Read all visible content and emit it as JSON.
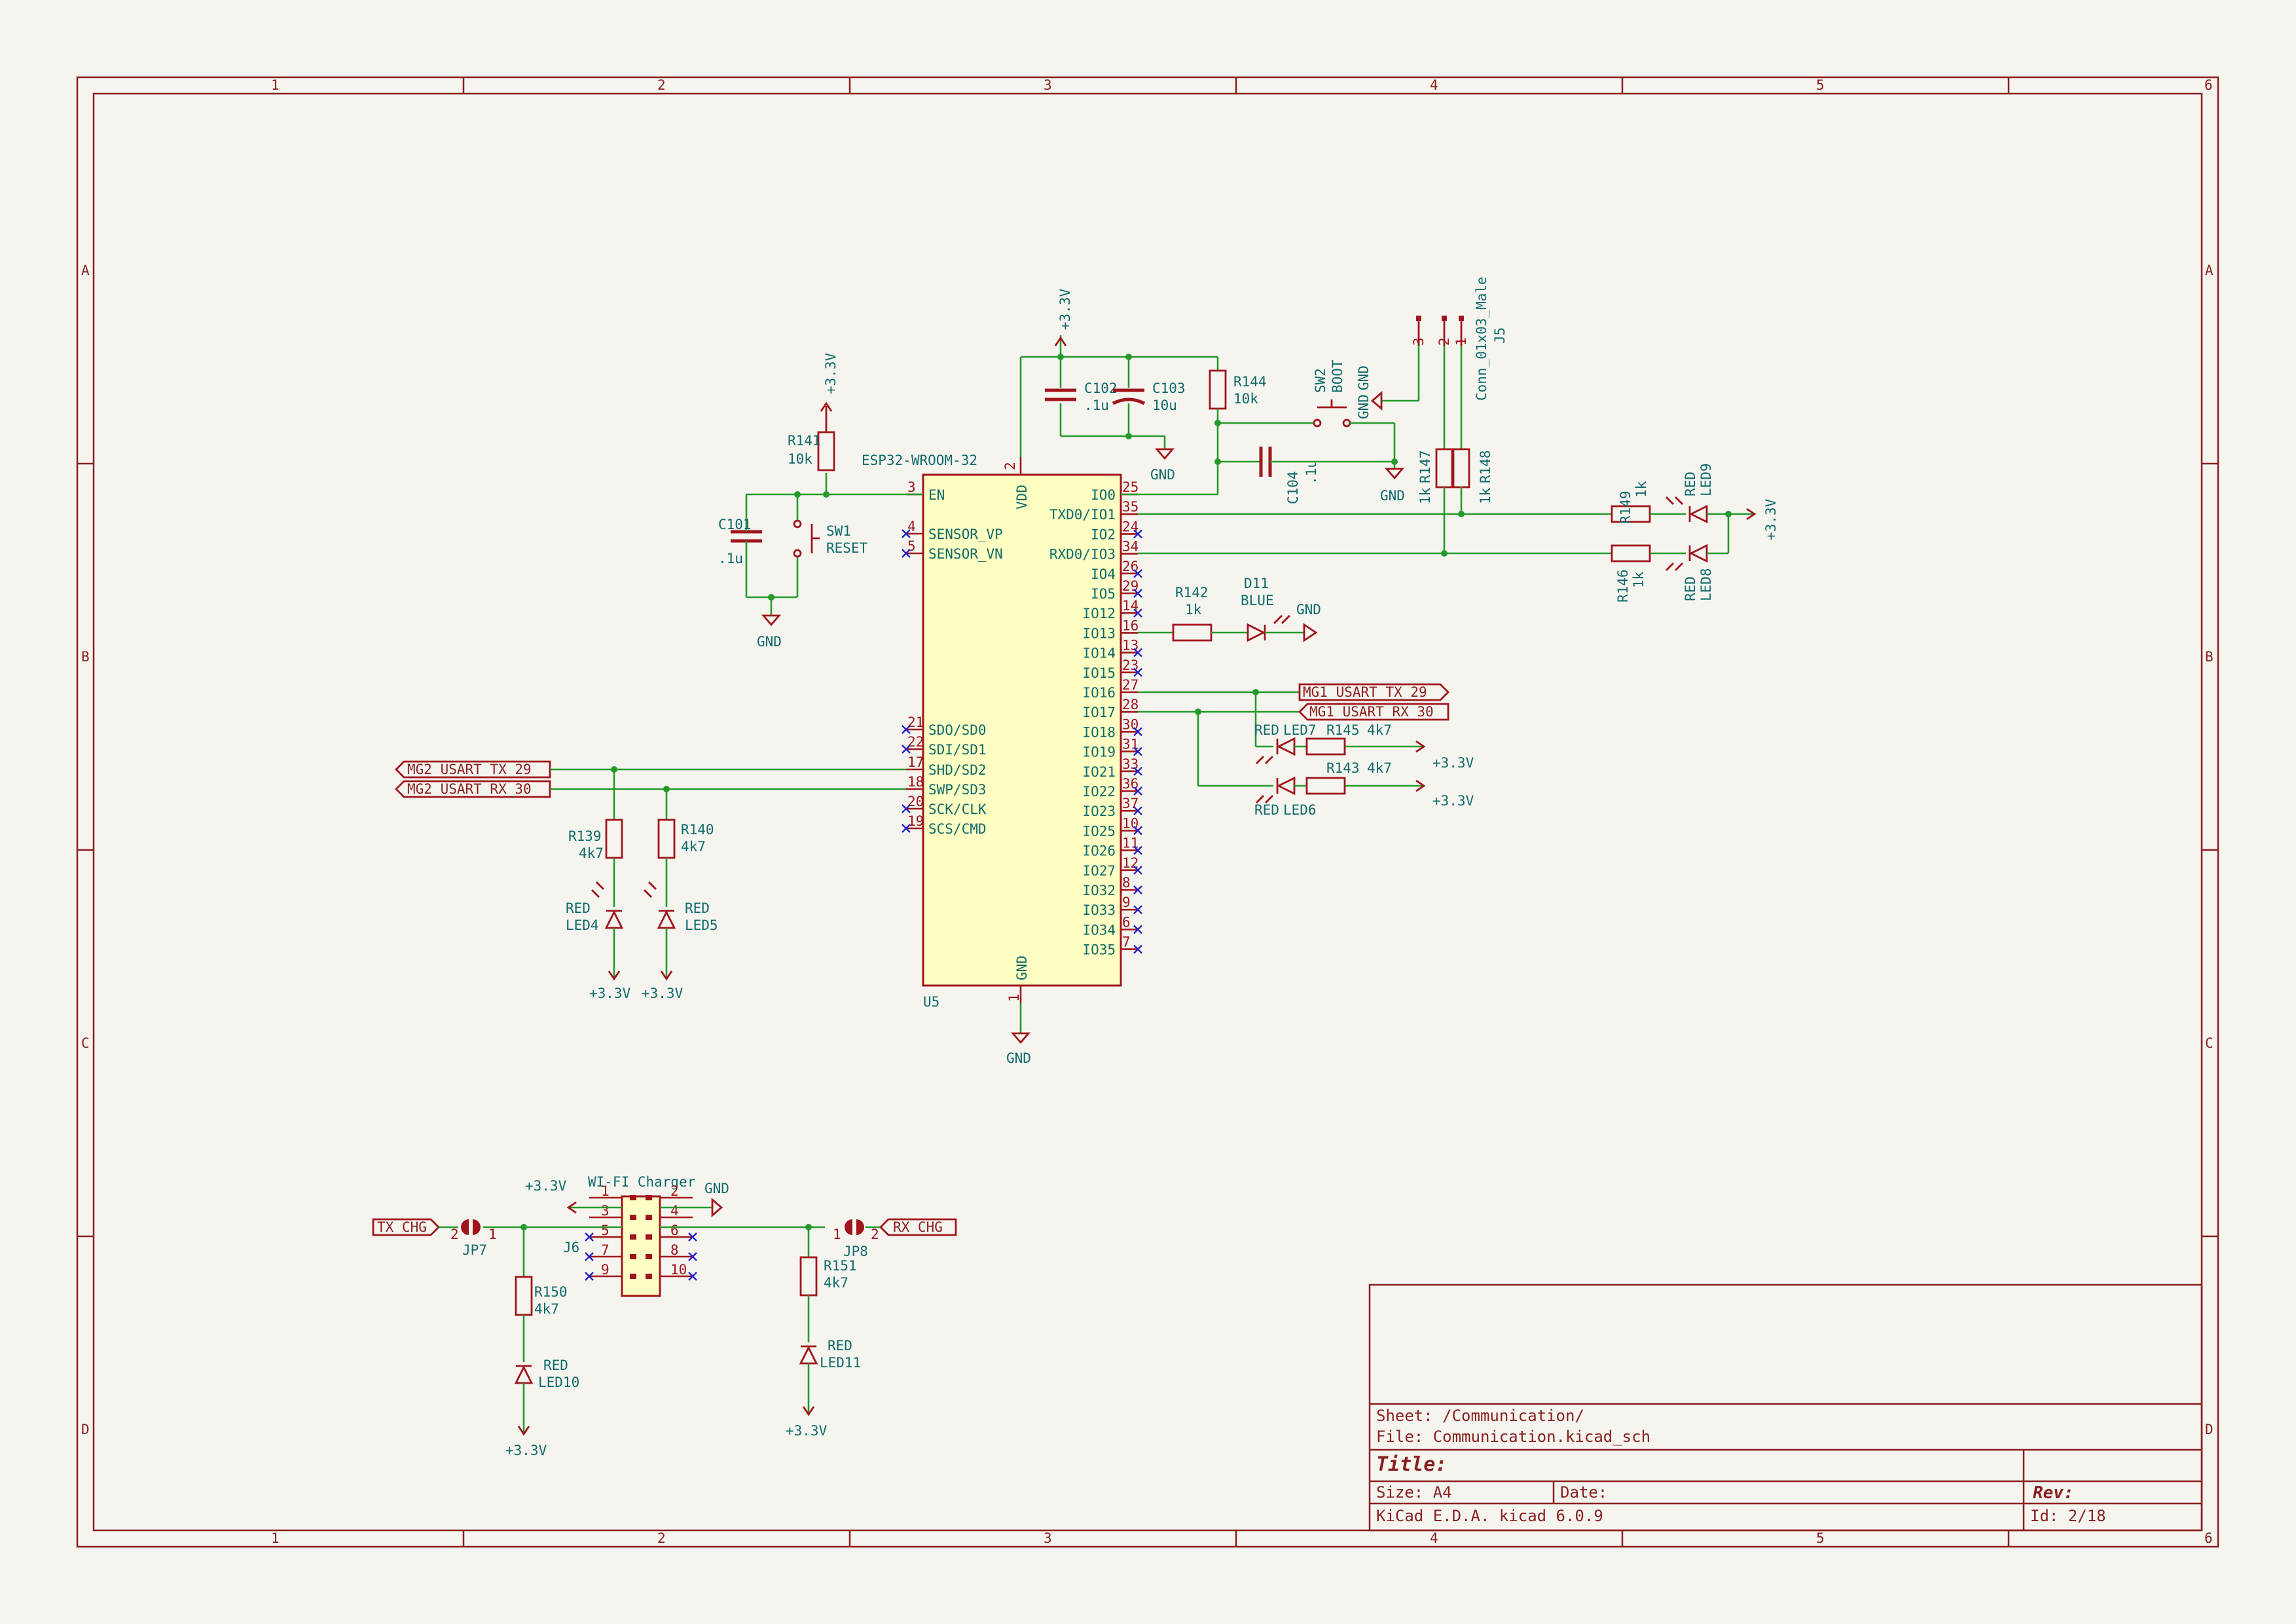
{
  "frame": {
    "col_labels": [
      "1",
      "2",
      "3",
      "4",
      "5",
      "6"
    ],
    "row_labels": [
      "A",
      "B",
      "C",
      "D"
    ]
  },
  "title_block": {
    "sheet": "Sheet: /Communication/",
    "file": "File: Communication.kicad_sch",
    "title": "Title:",
    "size": "Size: A4",
    "date": "Date:",
    "rev": "Rev:",
    "tool": "KiCad E.D.A.  kicad 6.0.9",
    "id": "Id: 2/18"
  },
  "u5": {
    "value": "ESP32-WROOM-32",
    "ref": "U5",
    "left_pins": [
      {
        "num": "3",
        "name": "EN"
      },
      {
        "num": "4",
        "name": "SENSOR_VP"
      },
      {
        "num": "5",
        "name": "SENSOR_VN"
      },
      {
        "num": "21",
        "name": "SDO/SD0"
      },
      {
        "num": "22",
        "name": "SDI/SD1"
      },
      {
        "num": "17",
        "name": "SHD/SD2"
      },
      {
        "num": "18",
        "name": "SWP/SD3"
      },
      {
        "num": "20",
        "name": "SCK/CLK"
      },
      {
        "num": "19",
        "name": "SCS/CMD"
      }
    ],
    "right_pins": [
      {
        "num": "25",
        "name": "IO0"
      },
      {
        "num": "35",
        "name": "TXD0/IO1"
      },
      {
        "num": "24",
        "name": "IO2"
      },
      {
        "num": "34",
        "name": "RXD0/IO3"
      },
      {
        "num": "26",
        "name": "IO4"
      },
      {
        "num": "29",
        "name": "IO5"
      },
      {
        "num": "14",
        "name": "IO12"
      },
      {
        "num": "16",
        "name": "IO13"
      },
      {
        "num": "13",
        "name": "IO14"
      },
      {
        "num": "23",
        "name": "IO15"
      },
      {
        "num": "27",
        "name": "IO16"
      },
      {
        "num": "28",
        "name": "IO17"
      },
      {
        "num": "30",
        "name": "IO18"
      },
      {
        "num": "31",
        "name": "IO19"
      },
      {
        "num": "33",
        "name": "IO21"
      },
      {
        "num": "36",
        "name": "IO22"
      },
      {
        "num": "37",
        "name": "IO23"
      },
      {
        "num": "10",
        "name": "IO25"
      },
      {
        "num": "11",
        "name": "IO26"
      },
      {
        "num": "12",
        "name": "IO27"
      },
      {
        "num": "8",
        "name": "IO32"
      },
      {
        "num": "9",
        "name": "IO33"
      },
      {
        "num": "6",
        "name": "IO34"
      },
      {
        "num": "7",
        "name": "IO35"
      }
    ],
    "vdd": {
      "num": "2",
      "name": "VDD"
    },
    "gnd": {
      "num": "1",
      "name": "GND"
    }
  },
  "components": {
    "r141": {
      "ref": "R141",
      "value": "10k"
    },
    "c101": {
      "ref": "C101",
      "value": ".1u"
    },
    "sw1": {
      "ref": "SW1",
      "value": "RESET"
    },
    "c102": {
      "ref": "C102",
      "value": ".1u"
    },
    "c103": {
      "ref": "C103",
      "value": "10u"
    },
    "r144": {
      "ref": "R144",
      "value": "10k"
    },
    "sw2": {
      "ref": "SW2",
      "value": "BOOT"
    },
    "c104": {
      "ref": "C104",
      "value": ".1u"
    },
    "j5": {
      "ref": "J5",
      "value": "Conn_01x03_Male",
      "pins": [
        "3",
        "2",
        "1"
      ]
    },
    "r147": {
      "ref": "R147",
      "value": "1k"
    },
    "r148": {
      "ref": "R148",
      "value": "1k"
    },
    "r149": {
      "ref": "R149",
      "value": "1k"
    },
    "r146": {
      "ref": "R146",
      "value": "1k"
    },
    "led9": {
      "ref": "LED9",
      "value": "RED"
    },
    "led8": {
      "ref": "LED8",
      "value": "RED"
    },
    "r142": {
      "ref": "R142",
      "value": "1k"
    },
    "d11": {
      "ref": "D11",
      "value": "BLUE"
    },
    "led7": {
      "ref": "LED7",
      "value": "RED"
    },
    "led6": {
      "ref": "LED6",
      "value": "RED"
    },
    "r145": {
      "ref": "R145",
      "value": "4k7"
    },
    "r143": {
      "ref": "R143",
      "value": "4k7"
    },
    "r139": {
      "ref": "R139",
      "value": "4k7"
    },
    "r140": {
      "ref": "R140",
      "value": "4k7"
    },
    "led4": {
      "ref": "LED4",
      "value": "RED"
    },
    "led5": {
      "ref": "LED5",
      "value": "RED"
    },
    "j6": {
      "ref": "J6",
      "value": "WI-FI Charger",
      "pins": [
        "1",
        "2",
        "3",
        "4",
        "5",
        "6",
        "7",
        "8",
        "9",
        "10"
      ]
    },
    "jp7": {
      "ref": "JP7",
      "pins": [
        "2",
        "1"
      ]
    },
    "jp8": {
      "ref": "JP8",
      "pins": [
        "1",
        "2"
      ]
    },
    "r150": {
      "ref": "R150",
      "value": "4k7"
    },
    "r151": {
      "ref": "R151",
      "value": "4k7"
    },
    "led10": {
      "ref": "LED10",
      "value": "RED"
    },
    "led11": {
      "ref": "LED11",
      "value": "RED"
    }
  },
  "power": {
    "v33": "+3.3V",
    "gnd": "GND"
  },
  "labels": {
    "mg1_tx": "MG1_USART_TX_29",
    "mg1_rx": "MG1_USART_RX_30",
    "mg2_tx": "MG2_USART_TX_29",
    "mg2_rx": "MG2_USART_RX_30",
    "tx_chg": "TX_CHG",
    "rx_chg": "RX_CHG"
  }
}
